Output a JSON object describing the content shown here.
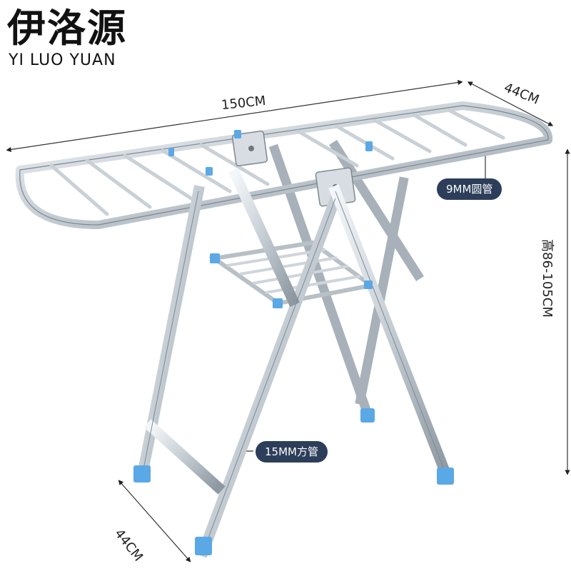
{
  "brand": {
    "name_cn": "伊洛源",
    "name_en": "YI LUO YUAN"
  },
  "dimensions": {
    "width": "150CM",
    "depth_top": "44CM",
    "height": "高86-105CM",
    "depth_bottom": "44CM"
  },
  "labels": {
    "round_tube": "9MM圆管",
    "square_tube": "15MM方管"
  },
  "colors": {
    "accent": "#5aa8e6",
    "label_bg": "#2c3e5a",
    "metal_light": "#e9eef2",
    "metal_dark": "#9aa4ad"
  }
}
